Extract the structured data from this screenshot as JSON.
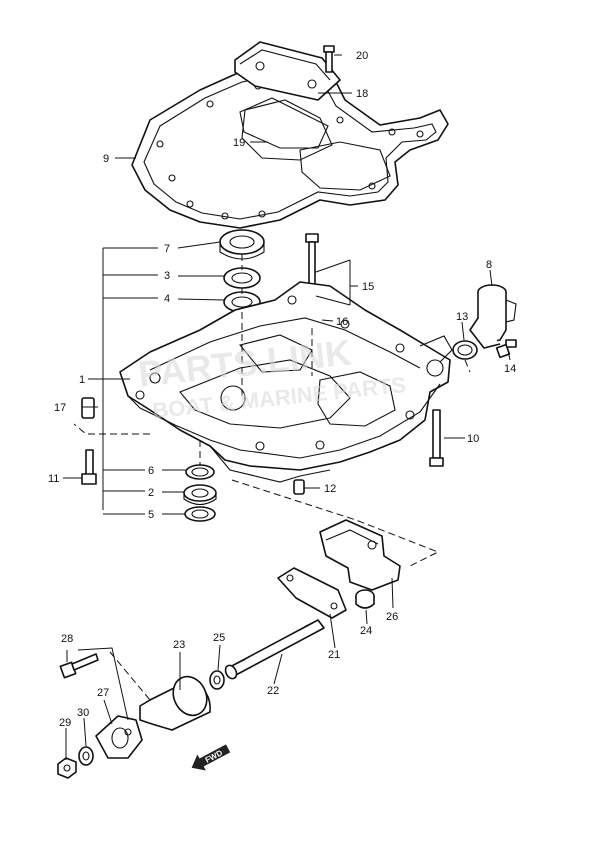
{
  "diagram": {
    "watermark_line1": "PARTS.LINK",
    "watermark_line2": "BOAT & MARINE PARTS",
    "direction_label": "FWD",
    "callouts": {
      "c1": "1",
      "c2": "2",
      "c3": "3",
      "c4": "4",
      "c5": "5",
      "c6": "6",
      "c7": "7",
      "c8": "8",
      "c9": "9",
      "c10": "10",
      "c11": "11",
      "c12": "12",
      "c13": "13",
      "c14": "14",
      "c15": "15",
      "c16": "16",
      "c17": "17",
      "c18": "18",
      "c19": "19",
      "c20": "20",
      "c21": "21",
      "c22": "22",
      "c23": "23",
      "c24": "24",
      "c25": "25",
      "c26": "26",
      "c27": "27",
      "c28": "28",
      "c29": "29",
      "c30": "30"
    }
  }
}
